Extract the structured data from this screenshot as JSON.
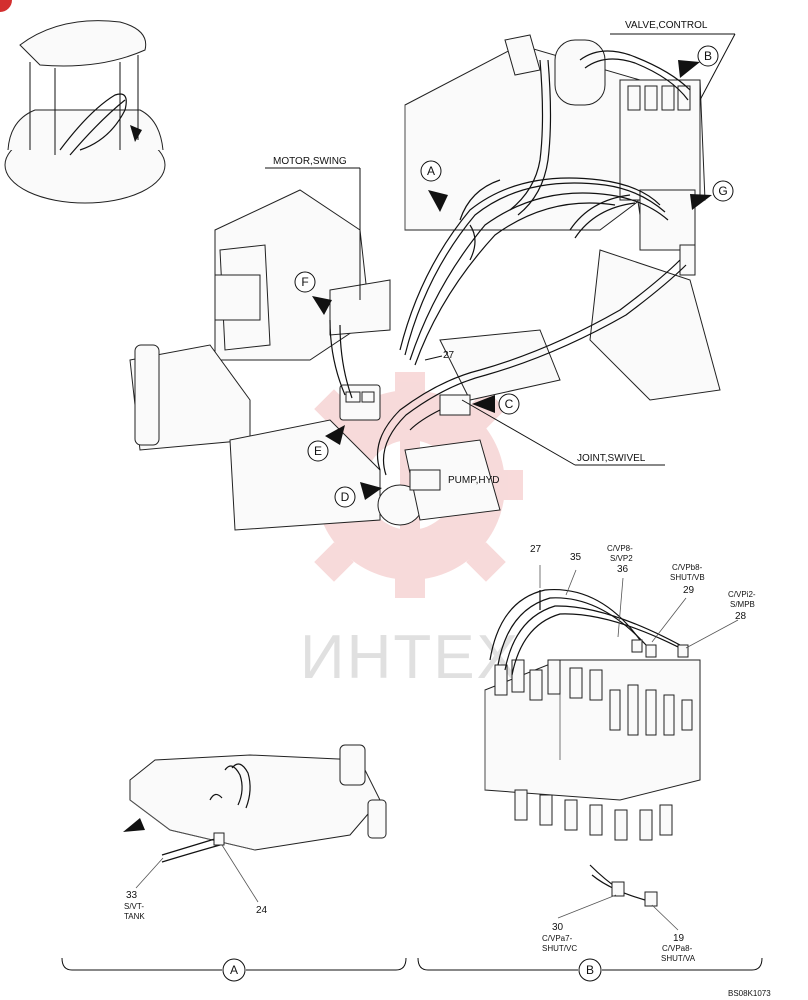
{
  "watermark": "ИНТЕХ",
  "components": {
    "valve_control": "VALVE,CONTROL",
    "motor_swing": "MOTOR,SWING",
    "joint_swivel": "JOINT,SWIVEL",
    "pump_hyd": "PUMP,HYD"
  },
  "callouts": [
    "A",
    "B",
    "C",
    "D",
    "E",
    "F",
    "G"
  ],
  "main_part_number": "27",
  "detail_b_labels": {
    "p27": "27",
    "p35": "35",
    "p36_line1": "C/VP8-",
    "p36_line2": "S/VP2",
    "p36": "36",
    "p29_line1": "C/VPb8-",
    "p29_line2": "SHUT/VB",
    "p29": "29",
    "p28_line1": "C/VPi2-",
    "p28_line2": "S/MPB",
    "p28": "28",
    "p30": "30",
    "p30_line1": "C/VPa7-",
    "p30_line2": "SHUT/VC",
    "p19": "19",
    "p19_line1": "C/VPa8-",
    "p19_line2": "SHUT/VA"
  },
  "detail_a_labels": {
    "p33": "33",
    "p33_line1": "S/VT-",
    "p33_line2": "TANK",
    "p24": "24"
  },
  "view_labels": {
    "a": "A",
    "b": "B"
  },
  "drawing_number": "BS08K1073"
}
